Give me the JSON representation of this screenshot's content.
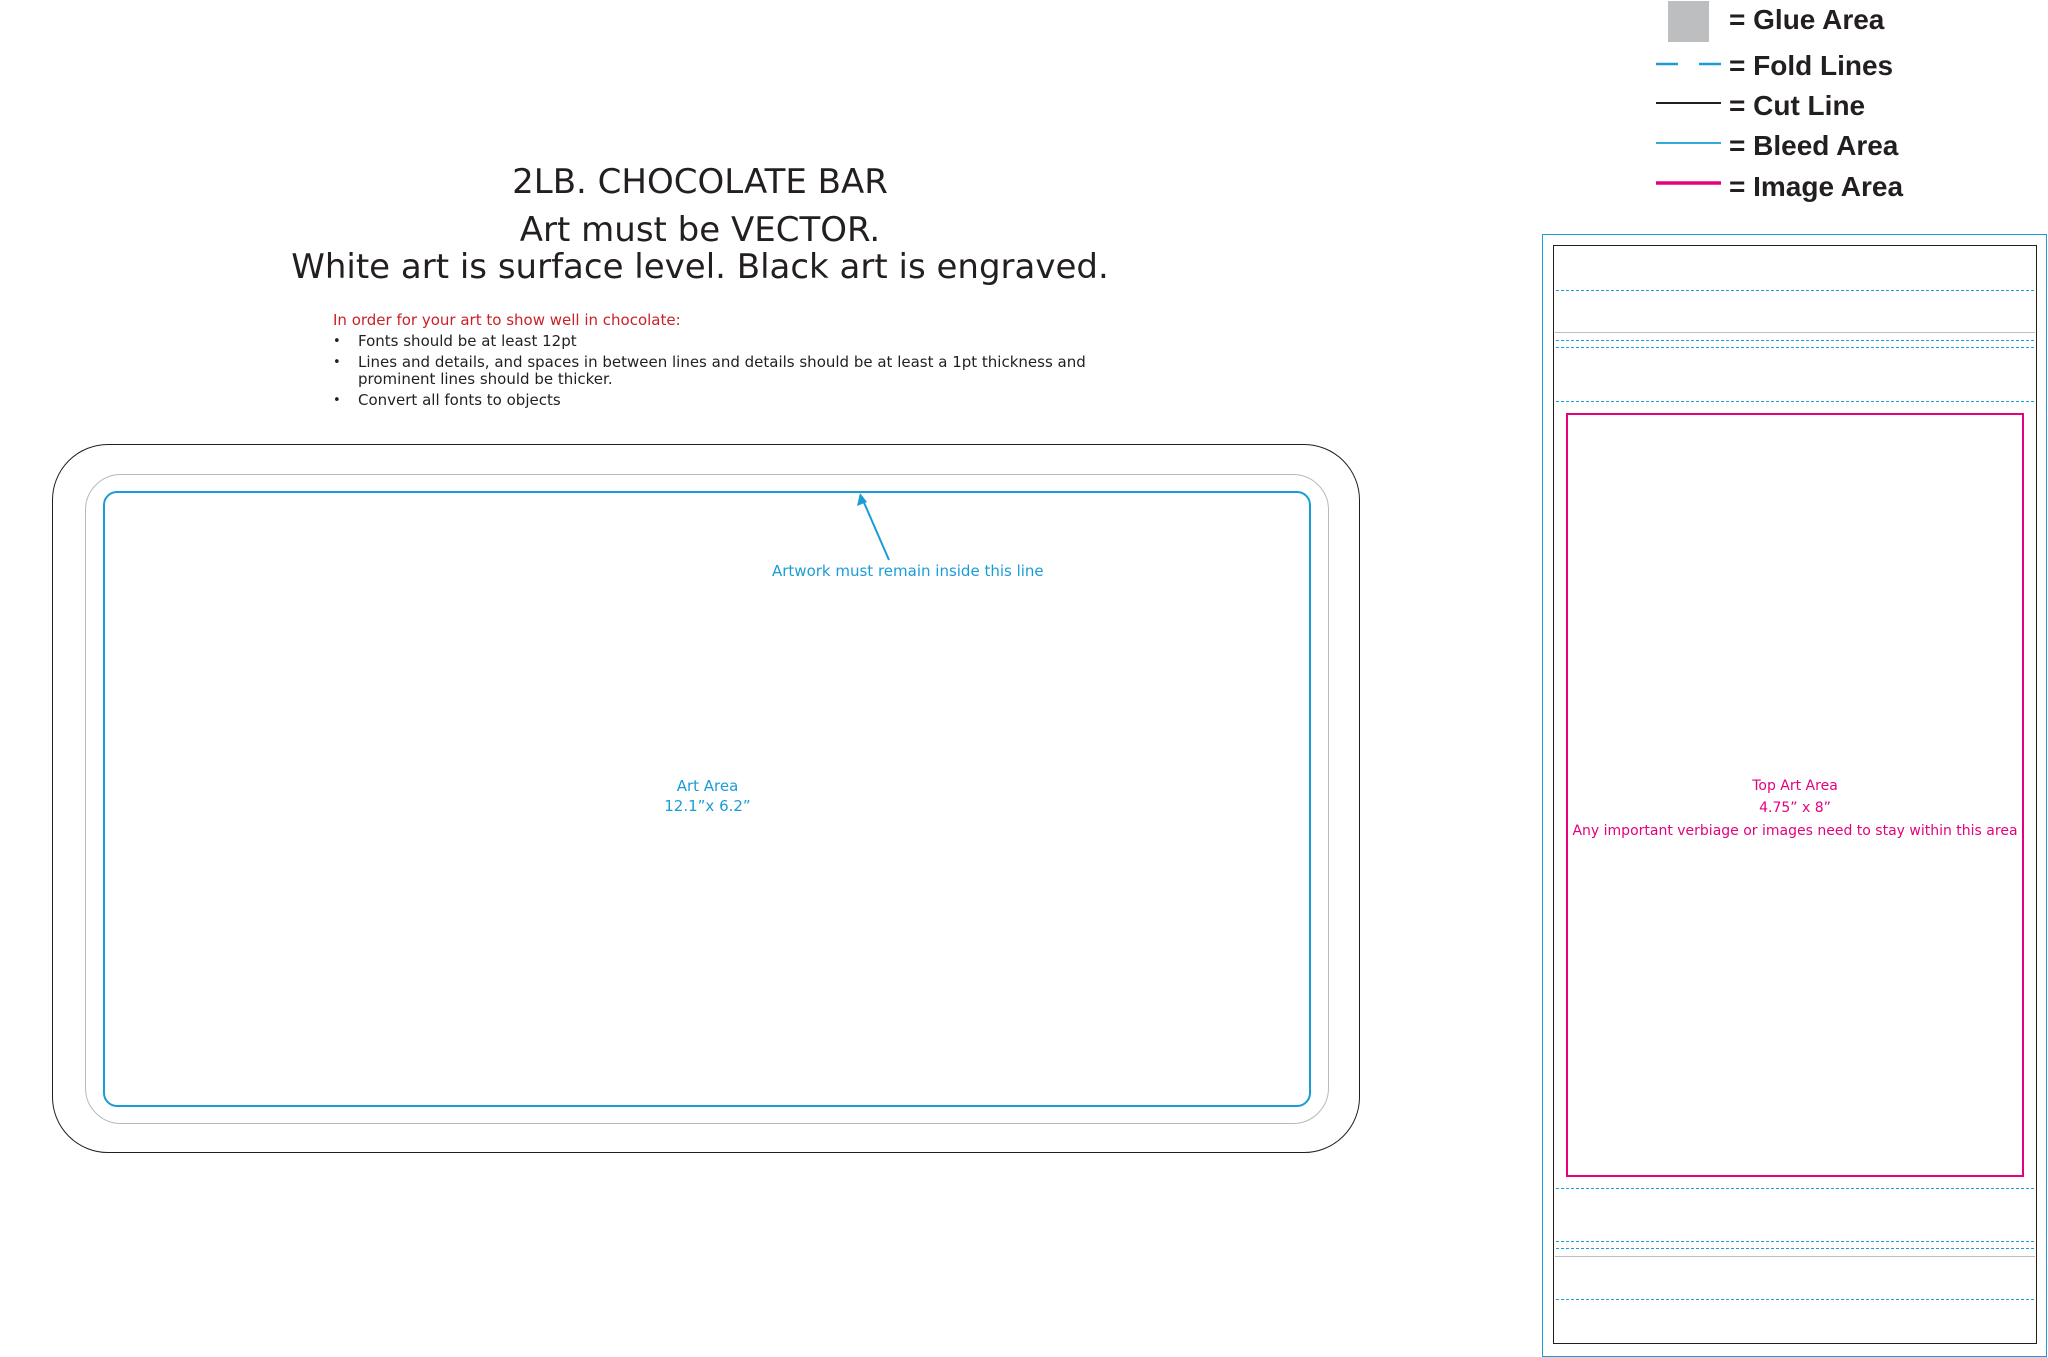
{
  "header": {
    "title": "2LB. CHOCOLATE BAR",
    "line2": "Art must be VECTOR.",
    "line3": "White art is surface level. Black art is engraved."
  },
  "requirements": {
    "heading": "In order for your art to show well in chocolate:",
    "items": [
      "Fonts should be at least 12pt",
      "Lines and details, and spaces in between lines and details should be at least a 1pt thickness and prominent lines should be thicker.",
      "Convert all fonts to objects"
    ]
  },
  "bar": {
    "artwork_note": "Artwork must remain inside this line",
    "art_area_label": "Art Area",
    "art_area_size": "12.1”x 6.2”"
  },
  "legend": {
    "glue": "= Glue Area",
    "fold": "= Fold Lines",
    "cut": "= Cut Line",
    "bleed": "= Bleed Area",
    "image": "= Image Area"
  },
  "wrapper": {
    "label": "Top Art Area",
    "size": "4.75” x 8”",
    "note": "Any important verbiage or images need to stay within this area"
  },
  "colors": {
    "cyan": "#1a9dd6",
    "magenta": "#e6007e",
    "red": "#cc1f26",
    "glue_gray": "#bcbec0",
    "ink": "#231f20"
  }
}
